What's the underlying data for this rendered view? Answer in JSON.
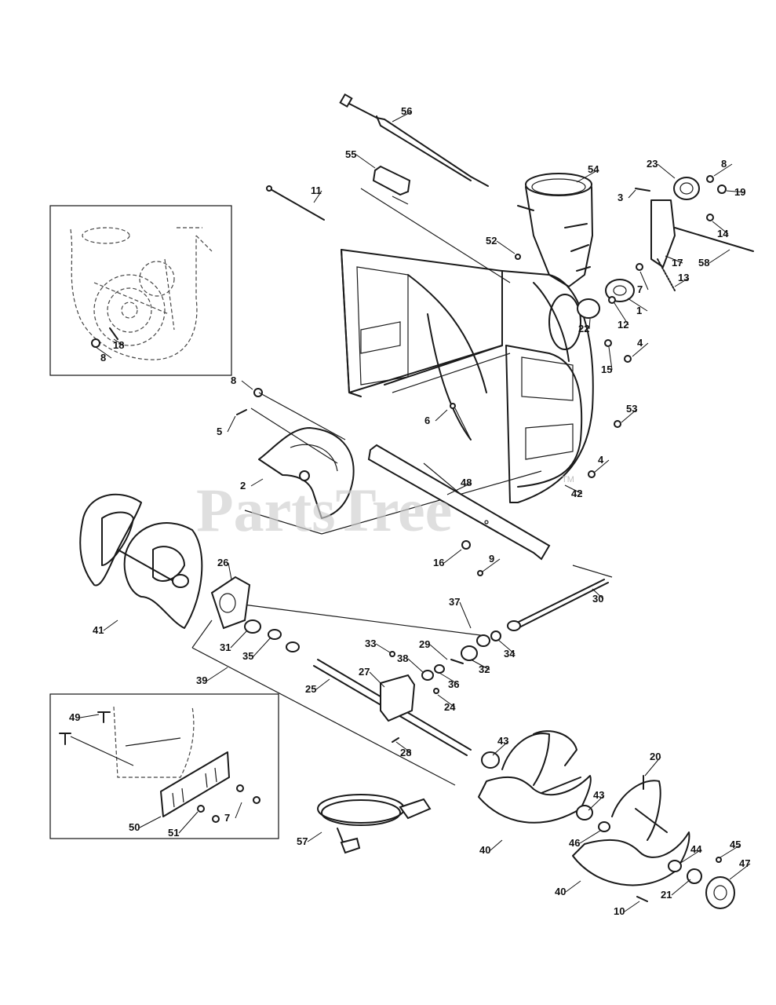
{
  "watermark": {
    "text": "PartsTree",
    "mark": "TM"
  },
  "callouts": [
    {
      "id": "56",
      "label": "56"
    },
    {
      "id": "55",
      "label": "55"
    },
    {
      "id": "54",
      "label": "54"
    },
    {
      "id": "11",
      "label": "11"
    },
    {
      "id": "23",
      "label": "23"
    },
    {
      "id": "8a",
      "label": "8"
    },
    {
      "id": "3",
      "label": "3"
    },
    {
      "id": "19",
      "label": "19"
    },
    {
      "id": "14",
      "label": "14"
    },
    {
      "id": "52",
      "label": "52"
    },
    {
      "id": "17",
      "label": "17"
    },
    {
      "id": "58",
      "label": "58"
    },
    {
      "id": "7a",
      "label": "7"
    },
    {
      "id": "13",
      "label": "13"
    },
    {
      "id": "1",
      "label": "1"
    },
    {
      "id": "22",
      "label": "22"
    },
    {
      "id": "12",
      "label": "12"
    },
    {
      "id": "4a",
      "label": "4"
    },
    {
      "id": "15",
      "label": "15"
    },
    {
      "id": "18",
      "label": "18"
    },
    {
      "id": "8b",
      "label": "8"
    },
    {
      "id": "8c",
      "label": "8"
    },
    {
      "id": "5",
      "label": "5"
    },
    {
      "id": "6",
      "label": "6"
    },
    {
      "id": "53",
      "label": "53"
    },
    {
      "id": "4b",
      "label": "4"
    },
    {
      "id": "42",
      "label": "42"
    },
    {
      "id": "2",
      "label": "2"
    },
    {
      "id": "48",
      "label": "48"
    },
    {
      "id": "16",
      "label": "16"
    },
    {
      "id": "9",
      "label": "9"
    },
    {
      "id": "26",
      "label": "26"
    },
    {
      "id": "30",
      "label": "30"
    },
    {
      "id": "41",
      "label": "41"
    },
    {
      "id": "37",
      "label": "37"
    },
    {
      "id": "31",
      "label": "31"
    },
    {
      "id": "35",
      "label": "35"
    },
    {
      "id": "34",
      "label": "34"
    },
    {
      "id": "33",
      "label": "33"
    },
    {
      "id": "29",
      "label": "29"
    },
    {
      "id": "38",
      "label": "38"
    },
    {
      "id": "32",
      "label": "32"
    },
    {
      "id": "39",
      "label": "39"
    },
    {
      "id": "27",
      "label": "27"
    },
    {
      "id": "36",
      "label": "36"
    },
    {
      "id": "25",
      "label": "25"
    },
    {
      "id": "24",
      "label": "24"
    },
    {
      "id": "49",
      "label": "49"
    },
    {
      "id": "28",
      "label": "28"
    },
    {
      "id": "43a",
      "label": "43"
    },
    {
      "id": "20",
      "label": "20"
    },
    {
      "id": "43b",
      "label": "43"
    },
    {
      "id": "7b",
      "label": "7"
    },
    {
      "id": "50",
      "label": "50"
    },
    {
      "id": "51",
      "label": "51"
    },
    {
      "id": "57",
      "label": "57"
    },
    {
      "id": "40a",
      "label": "40"
    },
    {
      "id": "46",
      "label": "46"
    },
    {
      "id": "44",
      "label": "44"
    },
    {
      "id": "45",
      "label": "45"
    },
    {
      "id": "47",
      "label": "47"
    },
    {
      "id": "40b",
      "label": "40"
    },
    {
      "id": "21",
      "label": "21"
    },
    {
      "id": "10",
      "label": "10"
    }
  ]
}
